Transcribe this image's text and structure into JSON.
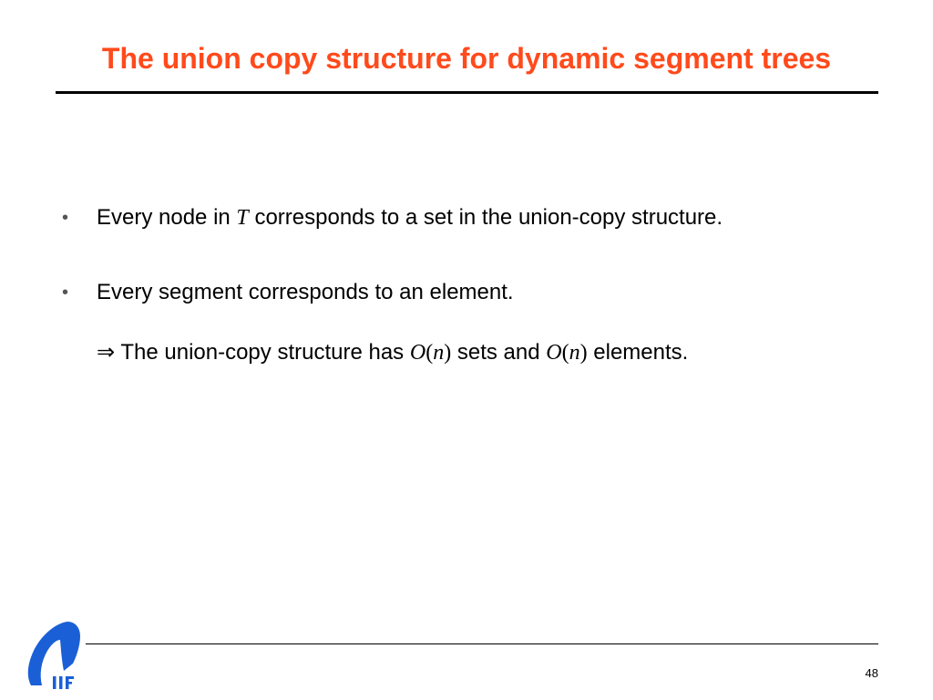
{
  "slide": {
    "title": "The union copy structure for dynamic segment trees",
    "bullet_symbol": "•",
    "bullets": [
      {
        "pre": "Every node in ",
        "math_var": "T",
        "post": " corresponds to a set in the union-copy structure."
      },
      {
        "text": "Every segment corresponds to an element."
      }
    ],
    "conclusion": {
      "arrow": "⇒",
      "pre": " The union-copy structure has ",
      "sets_big_o": "O",
      "sets_open": "(",
      "sets_var": "n",
      "sets_close": ")",
      "mid": " sets and ",
      "elems_big_o": "O",
      "elems_open": "(",
      "elems_var": "n",
      "elems_close": ")",
      "post": " elements."
    },
    "page_number": "48"
  },
  "logo": {
    "text": "IIF",
    "color": "#1a5fd6"
  },
  "colors": {
    "title": "#ff4a1c",
    "rule": "#000000",
    "logo_blue": "#1a5fd6"
  }
}
